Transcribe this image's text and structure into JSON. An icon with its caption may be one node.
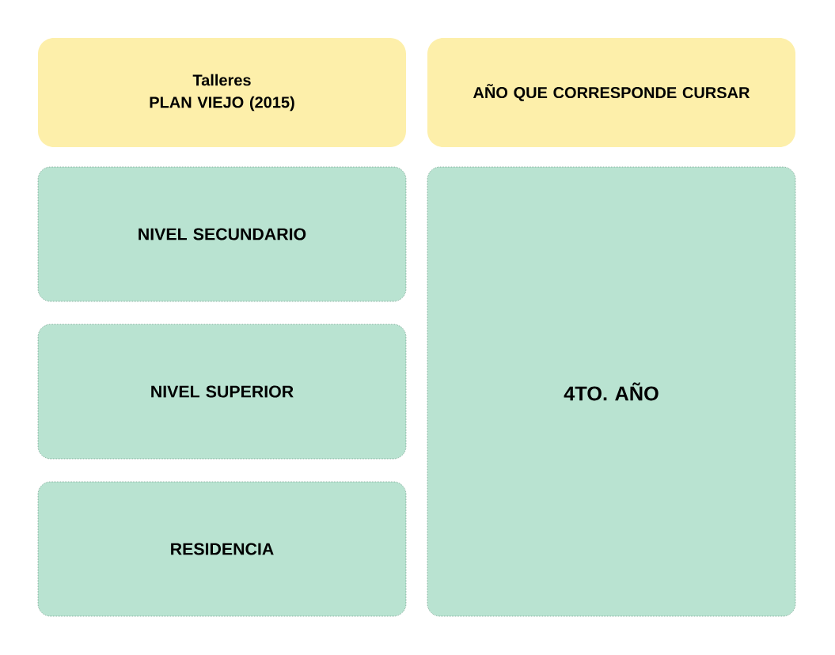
{
  "diagram": {
    "nodes": [
      {
        "text": [
          "Talleres",
          "PLAN VIEJO (2015)"
        ]
      },
      {
        "text": [
          "AÑO QUE CORRESPONDE CURSAR"
        ]
      },
      {
        "text": [
          "NIVEL SECUNDARIO"
        ]
      },
      {
        "text": [
          "NIVEL SUPERIOR"
        ]
      },
      {
        "text": [
          "RESIDENCIA"
        ]
      },
      {
        "text": [
          "4TO. AÑO"
        ]
      }
    ]
  }
}
